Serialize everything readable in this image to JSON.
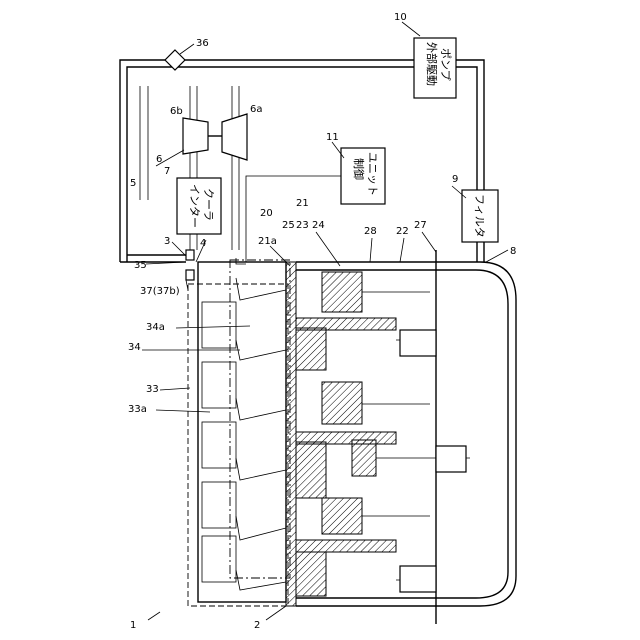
{
  "blocks": {
    "pump": [
      "外部駆動",
      "ポンプ"
    ],
    "control": [
      "制御",
      "ユニット"
    ],
    "intercooler": [
      "インター",
      "クーラ"
    ],
    "filter": "フィルタ"
  },
  "refs": {
    "r1": "1",
    "r2": "2",
    "r3": "3",
    "r4": "4",
    "r5": "5",
    "r6": "6",
    "r6a": "6a",
    "r6b": "6b",
    "r7": "7",
    "r8": "8",
    "r9": "9",
    "r10": "10",
    "r11": "11",
    "r20": "20",
    "r21": "21",
    "r21a": "21a",
    "r22": "22",
    "r23": "23",
    "r24": "24",
    "r25": "25",
    "r27": "27",
    "r28": "28",
    "r33": "33",
    "r33a": "33a",
    "r34": "34",
    "r34a": "34a",
    "r35": "35",
    "r36": "36",
    "r37": "37(37b)"
  }
}
